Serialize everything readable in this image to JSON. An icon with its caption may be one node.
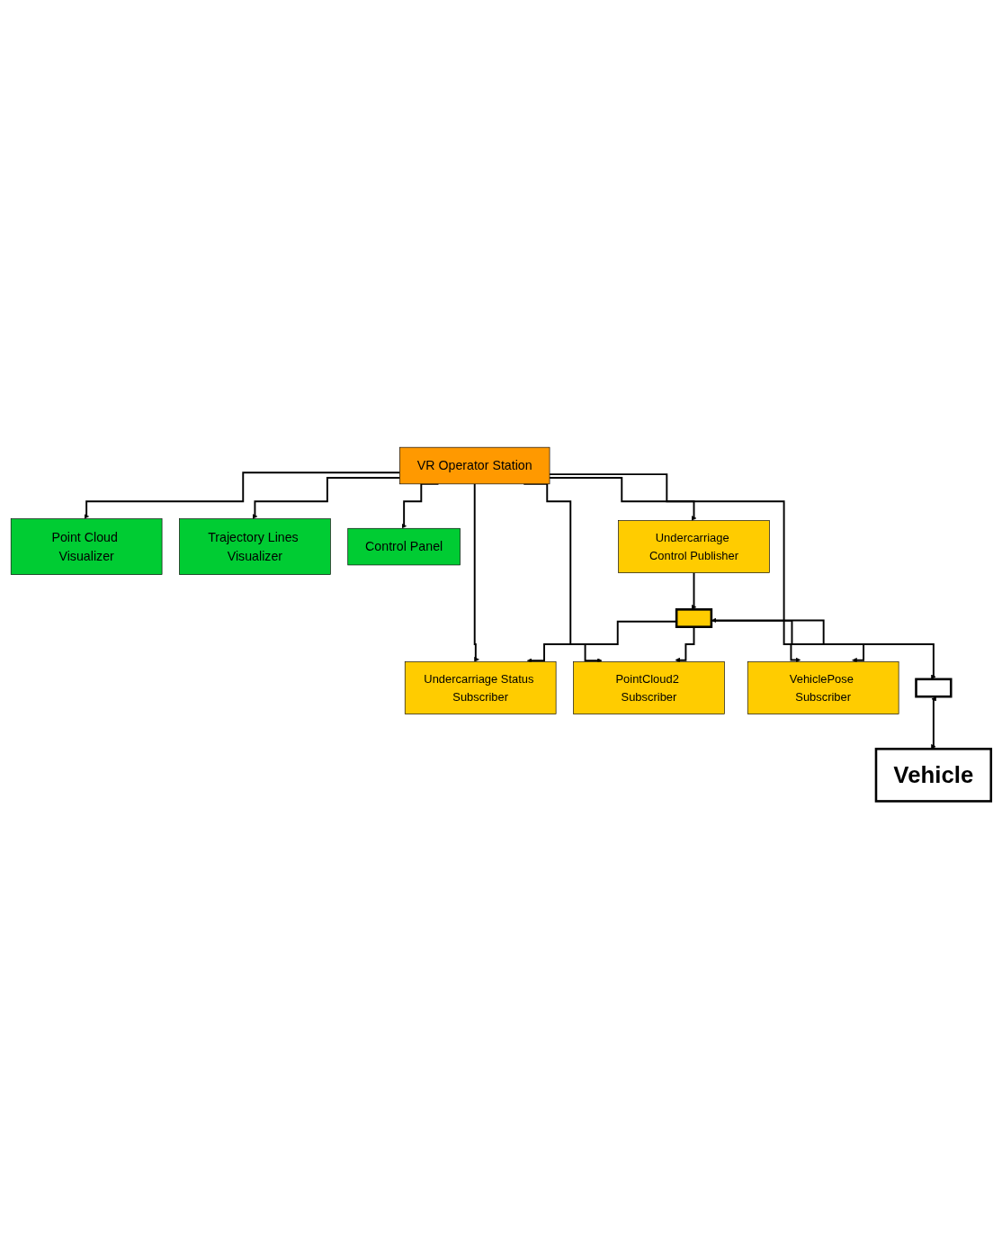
{
  "diagram": {
    "nodes": [
      {
        "text": [
          "Point Cloud Visualizer"
        ]
      },
      {
        "text": [
          "Trajectory Lines Visualizer"
        ]
      },
      {
        "text": [
          "Control Panel"
        ]
      },
      {
        "text": [
          "VR Operator Station"
        ]
      },
      {
        "text": [
          "Undercarriage Control Publisher"
        ]
      },
      {
        "text": [
          "Undercarriage Status Subscriber"
        ]
      },
      {
        "text": [
          "PointCloud2 Subscriber"
        ]
      },
      {
        "text": [
          "VehiclePose Subscriber"
        ]
      },
      {
        "text": [],
        "shape": "box"
      },
      {
        "text": [],
        "shape": "box"
      },
      {
        "text": [
          "Vehicle"
        ]
      }
    ],
    "edges": [
      {
        "from": 3,
        "to": 0,
        "arrow": "to"
      },
      {
        "from": 3,
        "to": 1,
        "arrow": "to"
      },
      {
        "from": 3,
        "to": 2,
        "arrow": "to"
      },
      {
        "from": 3,
        "to": 4,
        "arrow": "to"
      },
      {
        "from": 3,
        "to": 5,
        "arrow": "to"
      },
      {
        "from": 3,
        "to": 6,
        "arrow": "to"
      },
      {
        "from": 3,
        "to": 7,
        "arrow": "to"
      },
      {
        "from": 4,
        "to": 8,
        "arrow": "to"
      },
      {
        "from": 8,
        "to": 5,
        "arrow": "to"
      },
      {
        "from": 8,
        "to": 6,
        "arrow": "to"
      },
      {
        "from": 8,
        "to": 7,
        "arrow": "to"
      },
      {
        "from": 8,
        "to": 9,
        "arrow": "both"
      },
      {
        "from": 9,
        "to": 10,
        "arrow": "both"
      }
    ]
  }
}
